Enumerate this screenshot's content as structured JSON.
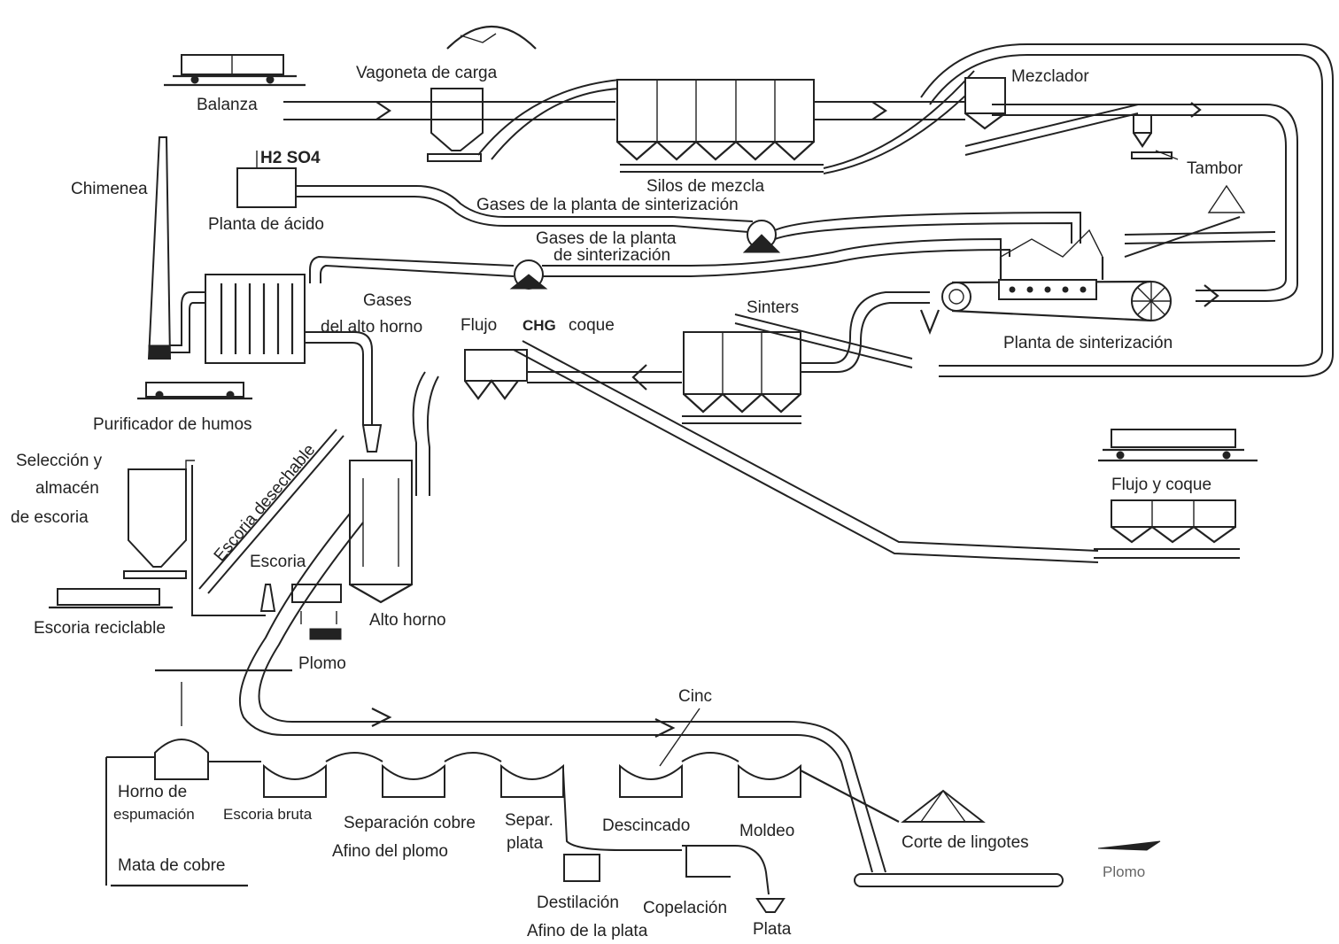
{
  "labels": {
    "balanza": "Balanza",
    "vagoneta": "Vagoneta de carga",
    "mezclador": "Mezclador",
    "chimenea": "Chimenea",
    "h2so4": "H2 SO4",
    "planta_acido": "Planta de ácido",
    "silos_mezcla": "Silos de mezcla",
    "tambor": "Tambor",
    "gases_sint_1": "Gases de la planta de sinterización",
    "gases_sint_2a": "Gases de la planta",
    "gases_sint_2b": "de sinterización",
    "gases_alto_a": "Gases",
    "gases_alto_b": "del alto horno",
    "flujo": "Flujo",
    "chg": "CHG",
    "coque": "coque",
    "sinters": "Sinters",
    "planta_sint": "Planta de sinterización",
    "purificador": "Purificador de humos",
    "seleccion_a": "Selección y",
    "seleccion_b": "almacén",
    "seleccion_c": "de escoria",
    "escoria_desechable": "Escoria desechable",
    "escoria": "Escoria",
    "flujo_coque": "Flujo y coque",
    "escoria_reciclable": "Escoria reciclable",
    "alto_horno": "Alto horno",
    "plomo_1": "Plomo",
    "cinc": "Cinc",
    "horno_esp_a": "Horno de",
    "horno_esp_b": "espumación",
    "escoria_bruta": "Escoria bruta",
    "sep_cobre": "Separación cobre",
    "sep_plata_a": "Separ.",
    "sep_plata_b": "plata",
    "descincado": "Descincado",
    "moldeo": "Moldeo",
    "afino_plomo": "Afino del plomo",
    "corte_lingotes": "Corte de lingotes",
    "plomo_2": "Plomo",
    "mata_cobre": "Mata de cobre",
    "destilacion": "Destilación",
    "copelacion": "Copelación",
    "plata": "Plata",
    "afino_plata": "Afino de la plata"
  }
}
